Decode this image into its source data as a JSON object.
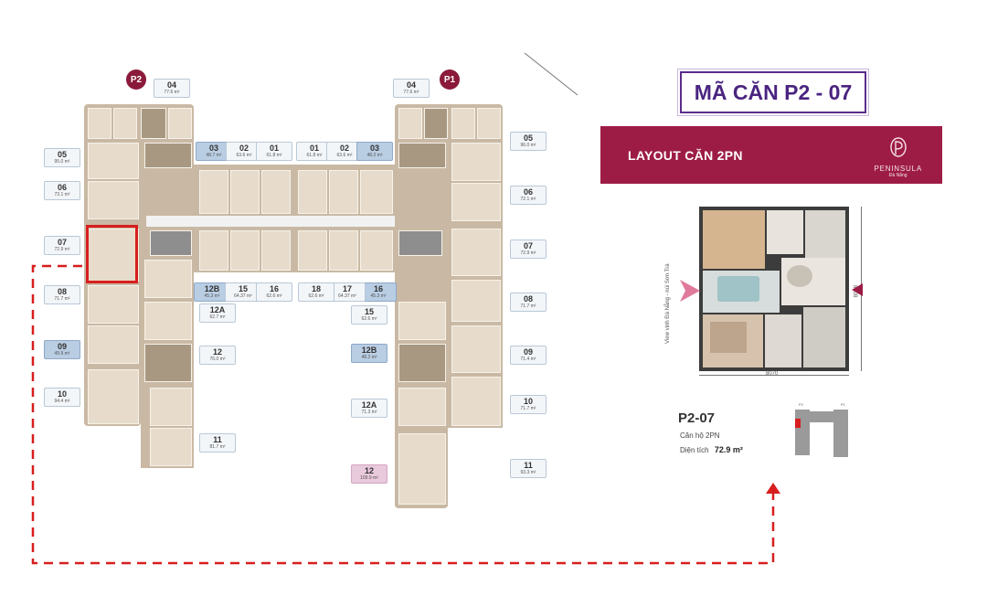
{
  "header": {
    "code_title": "MÃ CĂN P2 - 07",
    "banner_title": "LAYOUT CĂN 2PN",
    "brand_name": "PENINSULA",
    "brand_sub": "Đà Nẵng"
  },
  "towers": {
    "p2": "P2",
    "p1": "P1"
  },
  "units_p2": [
    {
      "n": "04",
      "a": "77.6 m²"
    },
    {
      "n": "05",
      "a": "95.0 m²"
    },
    {
      "n": "06",
      "a": "73.1 m²"
    },
    {
      "n": "07",
      "a": "72.9 m²"
    },
    {
      "n": "08",
      "a": "71.7 m²"
    },
    {
      "n": "09",
      "a": "49.9 m²"
    },
    {
      "n": "10",
      "a": "94.4 m²"
    },
    {
      "n": "11",
      "a": "81.7 m²"
    },
    {
      "n": "12",
      "a": "76.0 m²"
    },
    {
      "n": "12A",
      "a": "62.7 m²"
    },
    {
      "n": "12B",
      "a": "45.3 m²"
    },
    {
      "n": "15",
      "a": "64.37 m²"
    },
    {
      "n": "16",
      "a": "62.6 m²"
    },
    {
      "n": "03",
      "a": "48.7 m²"
    },
    {
      "n": "02",
      "a": "63.6 m²"
    },
    {
      "n": "01",
      "a": "61.8 m²"
    }
  ],
  "units_p1": [
    {
      "n": "01",
      "a": "61.8 m²"
    },
    {
      "n": "02",
      "a": "63.6 m²"
    },
    {
      "n": "03",
      "a": "48.2 m²"
    },
    {
      "n": "04",
      "a": "77.6 m²"
    },
    {
      "n": "05",
      "a": "96.0 m²"
    },
    {
      "n": "06",
      "a": "72.1 m²"
    },
    {
      "n": "07",
      "a": "72.9 m²"
    },
    {
      "n": "08",
      "a": "71.7 m²"
    },
    {
      "n": "09",
      "a": "71.4 m²"
    },
    {
      "n": "10",
      "a": "71.7 m²"
    },
    {
      "n": "11",
      "a": "93.3 m²"
    },
    {
      "n": "12",
      "a": "109.9 m²"
    },
    {
      "n": "12A",
      "a": "71.3 m²"
    },
    {
      "n": "12B",
      "a": "48.2 m²"
    },
    {
      "n": "15",
      "a": "62.6 m²"
    },
    {
      "n": "16",
      "a": "45.3 m²"
    },
    {
      "n": "17",
      "a": "64.37 m²"
    },
    {
      "n": "18",
      "a": "62.6 m²"
    }
  ],
  "plan": {
    "view_label": "View vịnh Đà Nẵng - núi Sơn Trà",
    "width_dim": "8070",
    "height_dim": "8908"
  },
  "info": {
    "code": "P2-07",
    "type_line": "Căn hộ 2PN",
    "area_label": "Diện tích",
    "area_value": "72.9 m²"
  },
  "key_plan": {
    "p2": "P2",
    "p1": "P1"
  },
  "colors": {
    "accent": "#9d1c45",
    "badge": "#8b1a3a",
    "title_border": "#5b2d8a",
    "highlight_red": "#d81e1e"
  }
}
